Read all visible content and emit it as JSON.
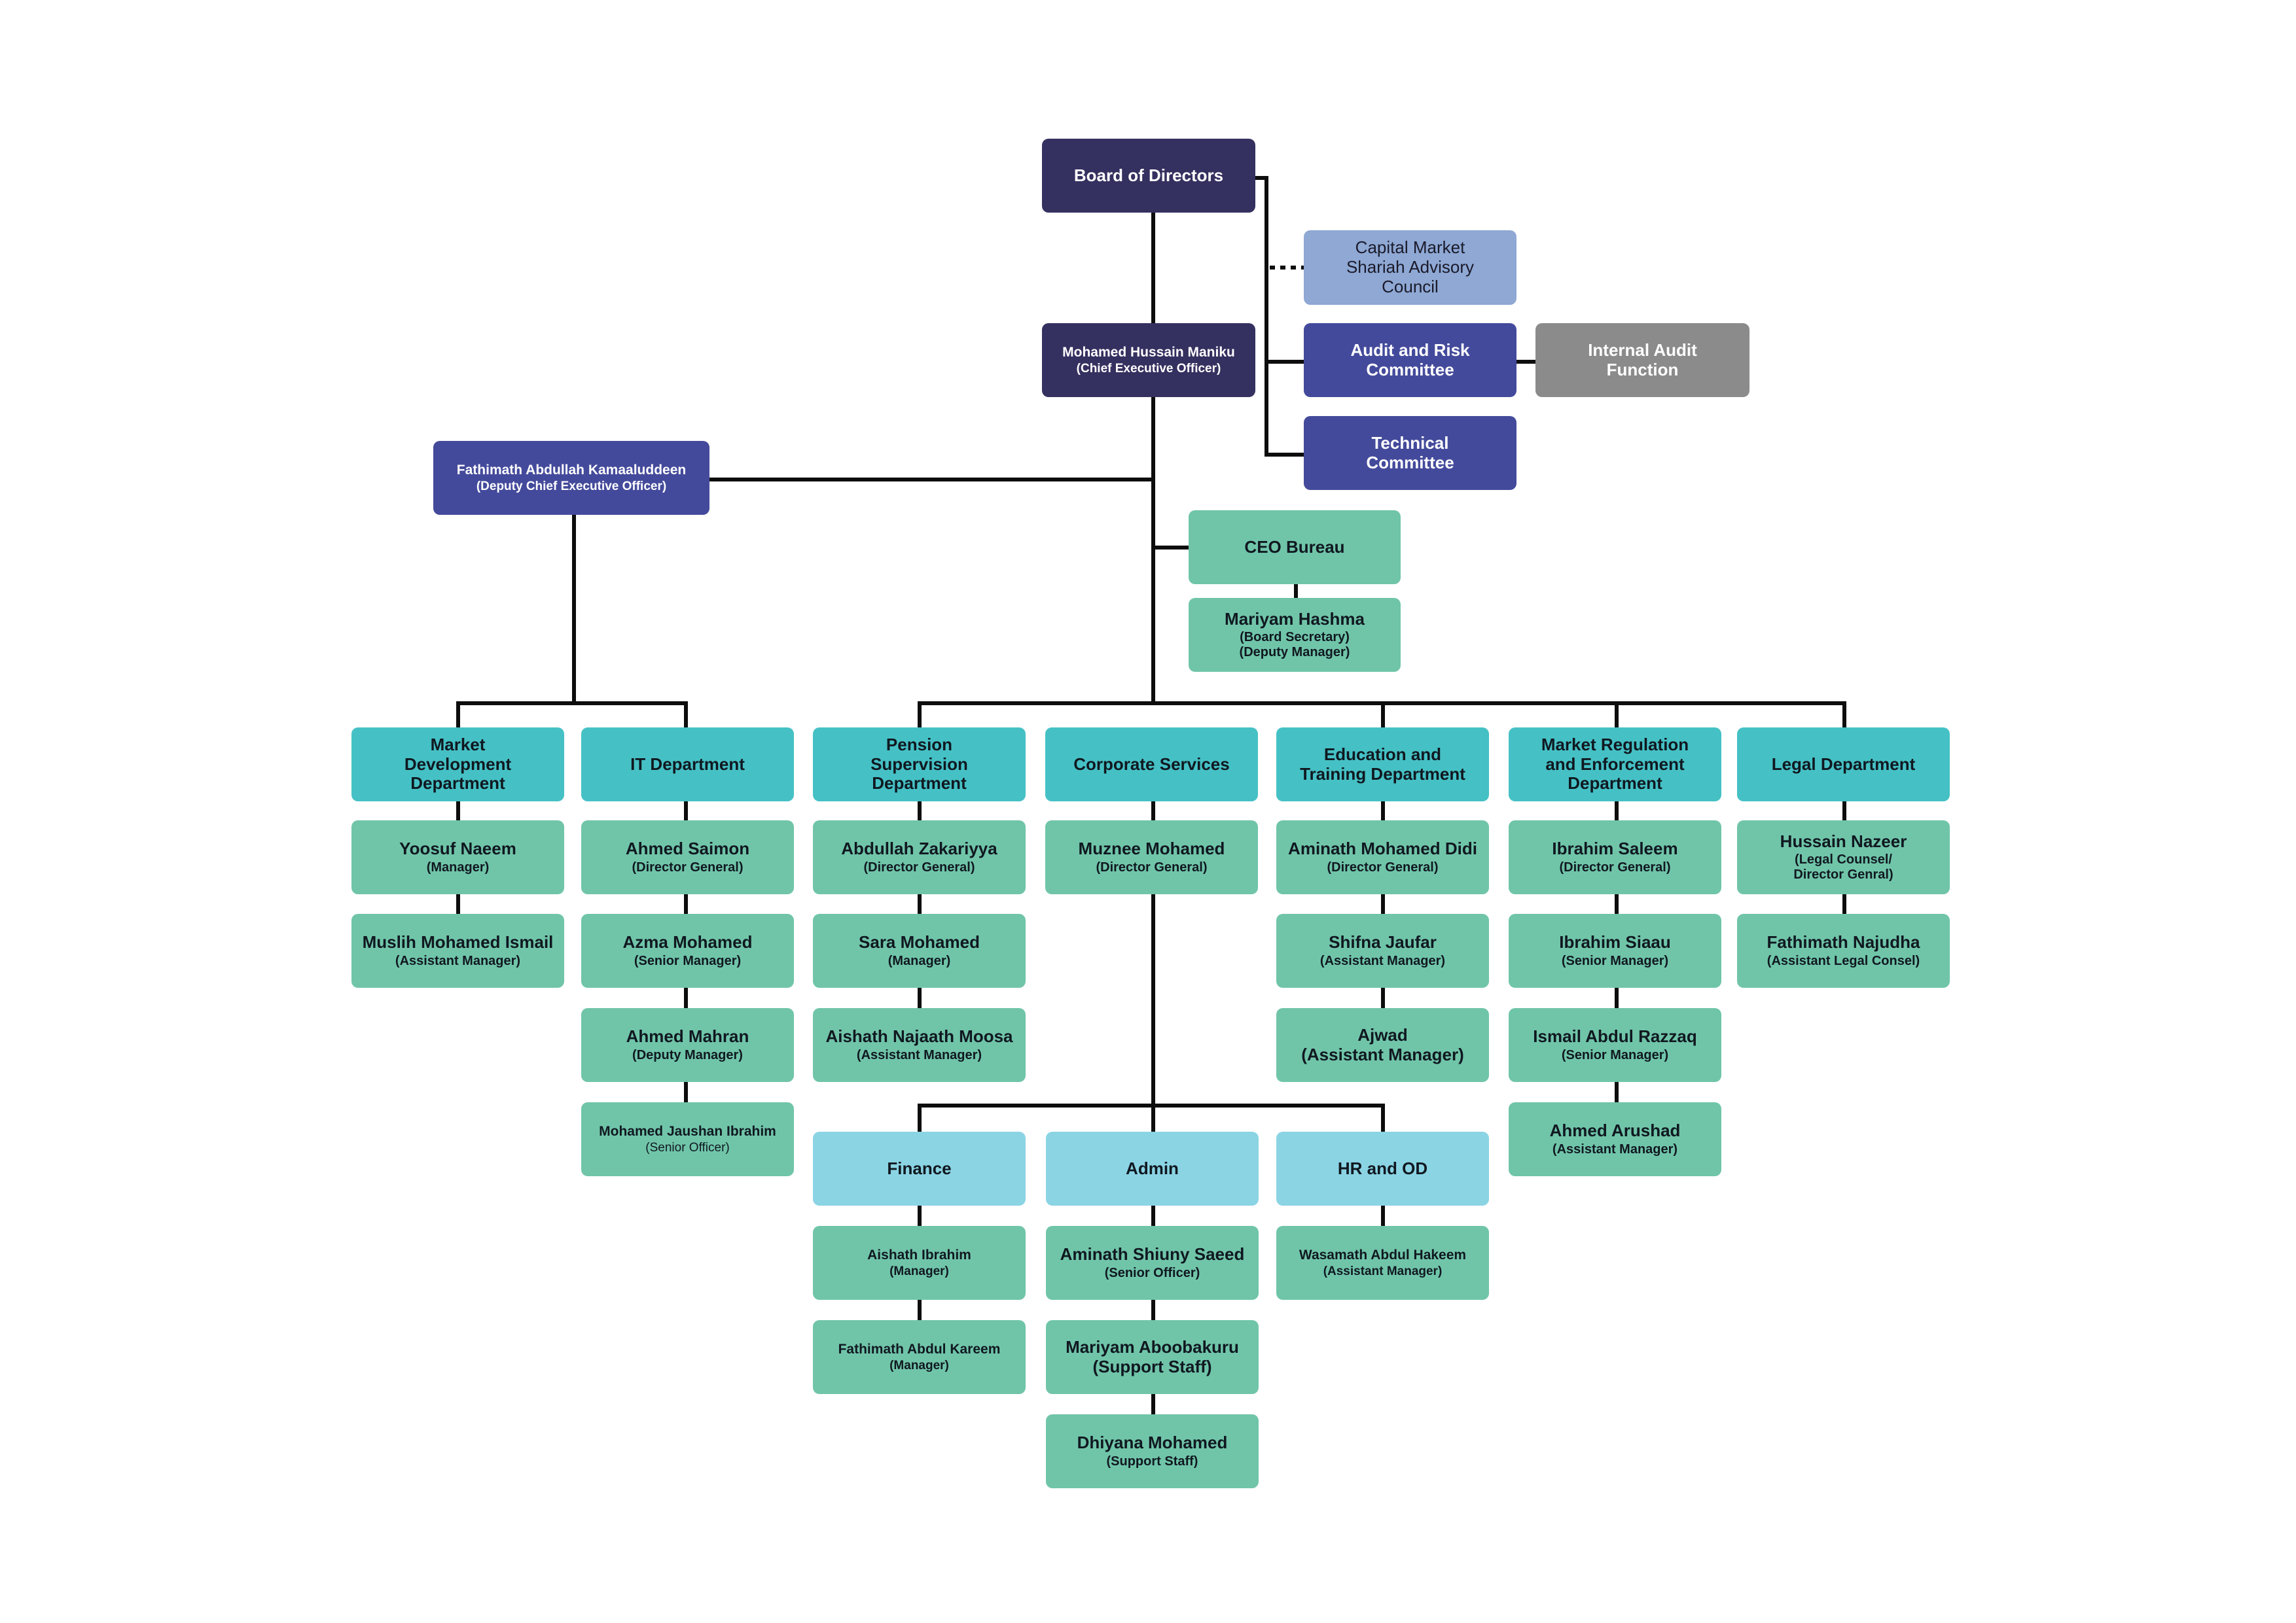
{
  "colors": {
    "navy": "#34305f",
    "indigo": "#444a9b",
    "sky": "#8fa8d4",
    "gray": "#8b8b8b",
    "teal": "#45c1c5",
    "mint": "#70c5a9",
    "light_blue": "#8bd4e4",
    "line": "#0d0d0d"
  },
  "board": {
    "title": "Board of Directors"
  },
  "committees": {
    "shariah": "Capital Market\nShariah Advisory\nCouncil",
    "audit_risk": "Audit and Risk\nCommittee",
    "internal_audit": "Internal Audit\nFunction",
    "technical": "Technical\nCommittee"
  },
  "ceo": {
    "name": "Mohamed Hussain Maniku",
    "role": "(Chief Executive Officer)"
  },
  "deputy_ceo": {
    "name": "Fathimath Abdullah Kamaaluddeen",
    "role": "(Deputy Chief Executive Officer)"
  },
  "ceo_bureau": {
    "title": "CEO Bureau",
    "staff": {
      "name": "Mariyam Hashma",
      "role": "(Board Secretary)\n(Deputy Manager)"
    }
  },
  "departments": [
    {
      "title": "Market\nDevelopment\nDepartment",
      "staff": [
        {
          "name": "Yoosuf Naeem",
          "role": "(Manager)"
        },
        {
          "name": "Muslih Mohamed Ismail",
          "role": "(Assistant Manager)"
        }
      ]
    },
    {
      "title": "IT Department",
      "staff": [
        {
          "name": "Ahmed Saimon",
          "role": "(Director General)"
        },
        {
          "name": "Azma Mohamed",
          "role": "(Senior Manager)"
        },
        {
          "name": "Ahmed Mahran",
          "role": "(Deputy Manager)"
        },
        {
          "name": "Mohamed Jaushan Ibrahim",
          "role": "(Senior Officer)"
        }
      ]
    },
    {
      "title": "Pension\nSupervision\nDepartment",
      "staff": [
        {
          "name": "Abdullah Zakariyya",
          "role": "(Director General)"
        },
        {
          "name": "Sara Mohamed",
          "role": "(Manager)"
        },
        {
          "name": "Aishath Najaath Moosa",
          "role": "(Assistant Manager)"
        }
      ]
    },
    {
      "title": "Corporate Services",
      "staff": [
        {
          "name": "Muznee Mohamed",
          "role": "(Director General)"
        }
      ]
    },
    {
      "title": "Education and\nTraining Department",
      "staff": [
        {
          "name": "Aminath Mohamed Didi",
          "role": "(Director General)"
        },
        {
          "name": "Shifna Jaufar",
          "role": "(Assistant Manager)"
        },
        {
          "name": "Ajwad",
          "role": "(Assistant Manager)"
        }
      ]
    },
    {
      "title": "Market Regulation\nand Enforcement\nDepartment",
      "staff": [
        {
          "name": "Ibrahim Saleem",
          "role": "(Director General)"
        },
        {
          "name": "Ibrahim Siaau",
          "role": "(Senior Manager)"
        },
        {
          "name": "Ismail Abdul Razzaq",
          "role": "(Senior Manager)"
        },
        {
          "name": "Ahmed Arushad",
          "role": "(Assistant Manager)"
        }
      ]
    },
    {
      "title": "Legal Department",
      "staff": [
        {
          "name": "Hussain Nazeer",
          "role": "(Legal Counsel/\nDirector Genral)"
        },
        {
          "name": "Fathimath Najudha",
          "role": "(Assistant Legal Consel)"
        }
      ]
    }
  ],
  "corporate_units": [
    {
      "title": "Finance",
      "staff": [
        {
          "name": "Aishath Ibrahim",
          "role": "(Manager)"
        },
        {
          "name": "Fathimath Abdul Kareem",
          "role": "(Manager)"
        }
      ]
    },
    {
      "title": "Admin",
      "staff": [
        {
          "name": "Aminath Shiuny Saeed",
          "role": "(Senior Officer)"
        },
        {
          "name": "Mariyam Aboobakuru",
          "role": "(Support Staff)"
        },
        {
          "name": "Dhiyana Mohamed",
          "role": "(Support Staff)"
        }
      ]
    },
    {
      "title": "HR and OD",
      "staff": [
        {
          "name": "Wasamath Abdul Hakeem",
          "role": "(Assistant Manager)"
        }
      ]
    }
  ]
}
